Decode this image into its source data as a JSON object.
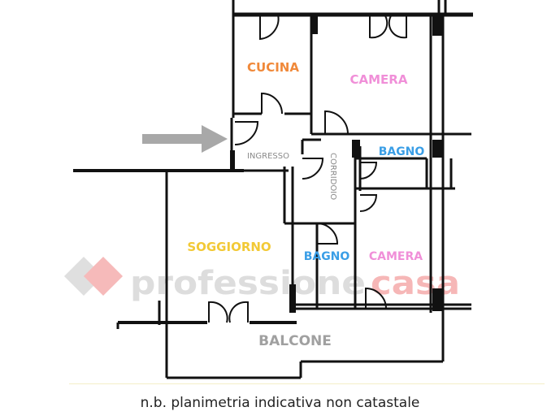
{
  "watermark": {
    "part1": "professione",
    "part2": "casa",
    "color1": "#d8d8d8",
    "color2": "#f5b0b0"
  },
  "rooms": {
    "cucina": {
      "label": "CUCINA",
      "color": "#f0893a"
    },
    "camera_top": {
      "label": "CAMERA",
      "color": "#f08fd8"
    },
    "ingresso": {
      "label": "INGRESSO",
      "color": "#8a8a8a"
    },
    "corridoio": {
      "label": "CORRIDOIO",
      "color": "#8a8a8a"
    },
    "bagno_top": {
      "label": "BAGNO",
      "color": "#3a9ee6"
    },
    "soggiorno": {
      "label": "SOGGIORNO",
      "color": "#f2c936"
    },
    "bagno_bottom": {
      "label": "BAGNO",
      "color": "#3a9ee6"
    },
    "camera_bottom": {
      "label": "CAMERA",
      "color": "#f08fd8"
    },
    "balcone": {
      "label": "BALCONE",
      "color": "#a0a0a0"
    }
  },
  "footer": {
    "note": "n.b. planimetria indicativa non catastale"
  }
}
